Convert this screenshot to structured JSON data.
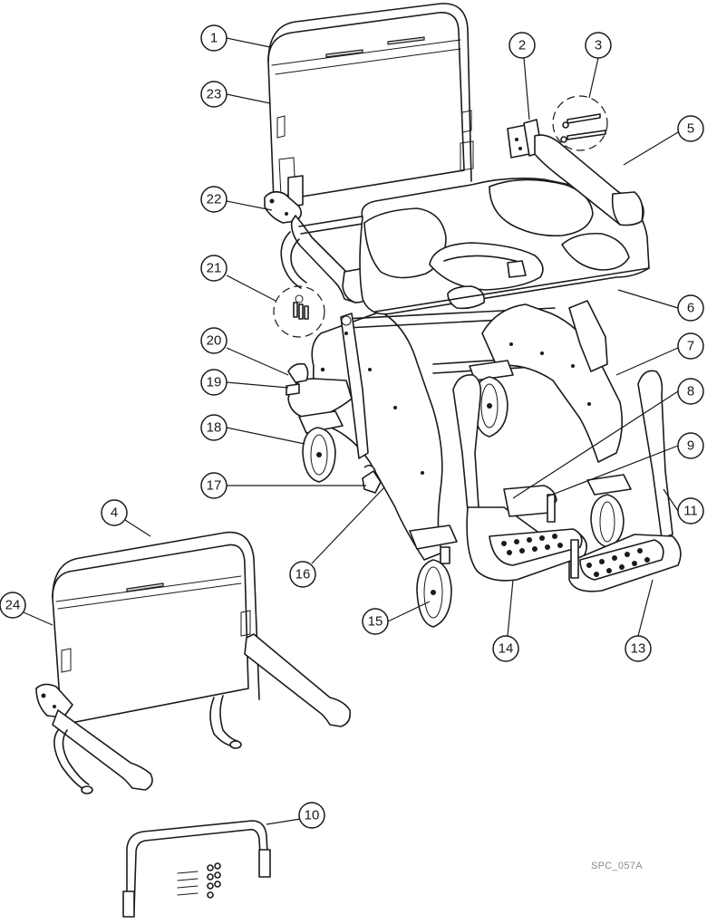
{
  "diagram": {
    "reference_code": "SPC_057A",
    "callouts": [
      "1",
      "2",
      "3",
      "4",
      "5",
      "6",
      "7",
      "8",
      "9",
      "10",
      "11",
      "13",
      "14",
      "15",
      "16",
      "17",
      "18",
      "19",
      "20",
      "21",
      "22",
      "23",
      "24"
    ]
  }
}
